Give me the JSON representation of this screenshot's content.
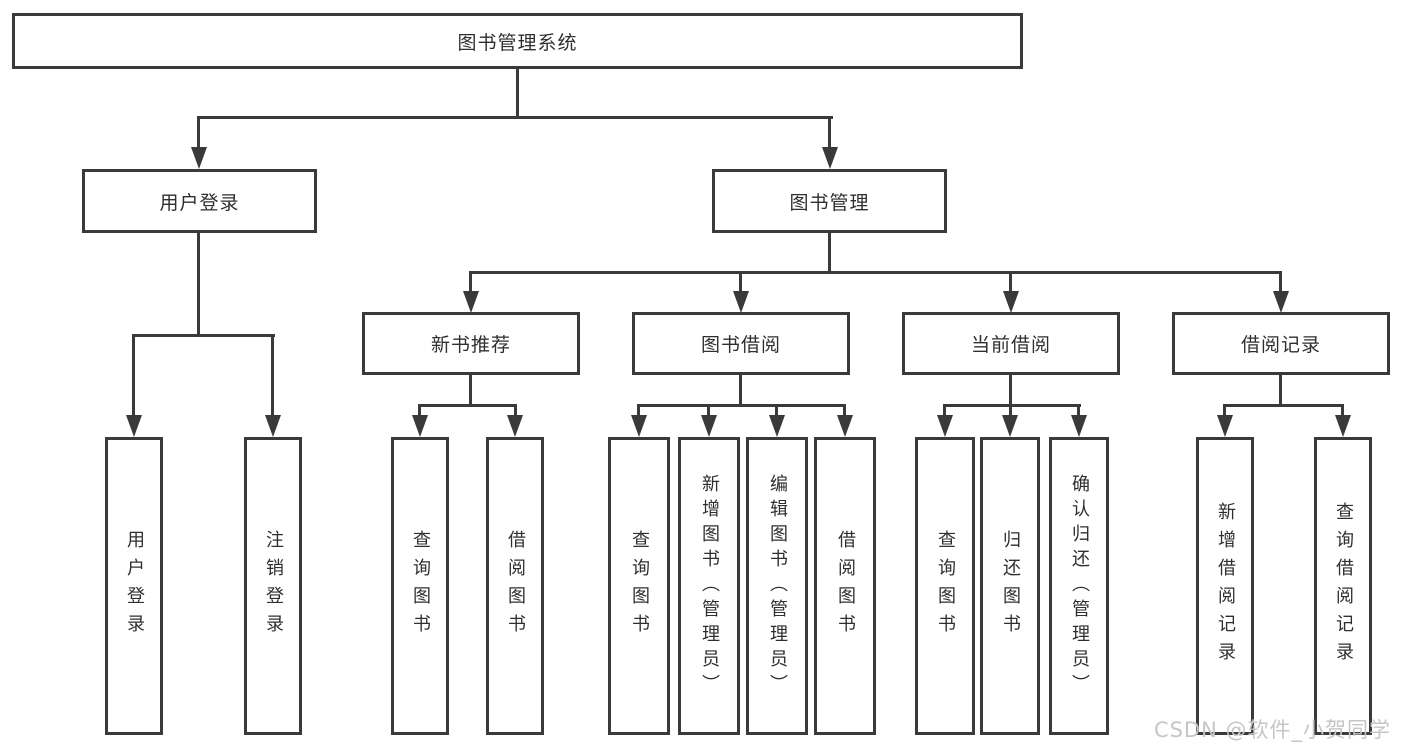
{
  "diagram_type": "hierarchy-tree",
  "nodes": {
    "root": "图书管理系统",
    "user_login": "用户登录",
    "book_mgmt": "图书管理",
    "new_book_rec": "新书推荐",
    "book_borrow": "图书借阅",
    "current_borrow": "当前借阅",
    "borrow_records": "借阅记录",
    "ul_login": "用户登录",
    "ul_logout": "注销登录",
    "nb_query": "查询图书",
    "nb_borrow": "借阅图书",
    "bb_query": "查询图书",
    "bb_add": "新增图书（管理员）",
    "bb_edit": "编辑图书（管理员）",
    "bb_borrow": "借阅图书",
    "cb_query": "查询图书",
    "cb_return": "归还图书",
    "cb_confirm": "确认归还（管理员）",
    "br_add": "新增借阅记录",
    "br_query": "查询借阅记录"
  },
  "edges": [
    [
      "图书管理系统",
      "用户登录"
    ],
    [
      "图书管理系统",
      "图书管理"
    ],
    [
      "用户登录",
      "用户登录"
    ],
    [
      "用户登录",
      "注销登录"
    ],
    [
      "图书管理",
      "新书推荐"
    ],
    [
      "图书管理",
      "图书借阅"
    ],
    [
      "图书管理",
      "当前借阅"
    ],
    [
      "图书管理",
      "借阅记录"
    ],
    [
      "新书推荐",
      "查询图书"
    ],
    [
      "新书推荐",
      "借阅图书"
    ],
    [
      "图书借阅",
      "查询图书"
    ],
    [
      "图书借阅",
      "新增图书（管理员）"
    ],
    [
      "图书借阅",
      "编辑图书（管理员）"
    ],
    [
      "图书借阅",
      "借阅图书"
    ],
    [
      "当前借阅",
      "查询图书"
    ],
    [
      "当前借阅",
      "归还图书"
    ],
    [
      "当前借阅",
      "确认归还（管理员）"
    ],
    [
      "借阅记录",
      "新增借阅记录"
    ],
    [
      "借阅记录",
      "查询借阅记录"
    ]
  ],
  "watermark": "CSDN @软件_小贺同学",
  "colors": {
    "line": "#3a3a3a",
    "text": "#2f2f2f",
    "background": "#ffffff",
    "watermark": "#c6c6c6"
  }
}
